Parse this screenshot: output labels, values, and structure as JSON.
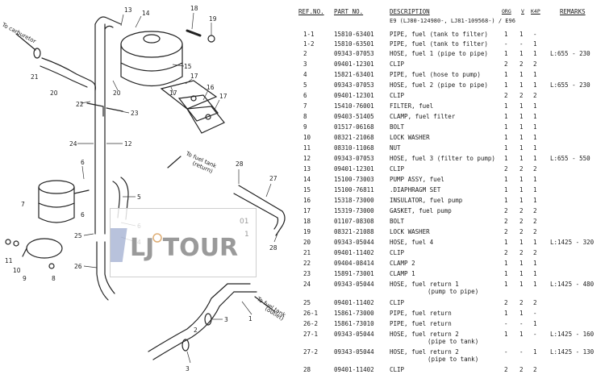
{
  "diagram": {
    "callouts": [
      "1",
      "2",
      "3",
      "4",
      "5",
      "6",
      "7",
      "8",
      "9",
      "10",
      "11",
      "12",
      "13",
      "14",
      "15",
      "16",
      "17",
      "18",
      "19",
      "20",
      "21",
      "22",
      "23",
      "24",
      "25",
      "26",
      "27",
      "28"
    ],
    "to_carburetor": "To carburetor",
    "to_fuel_tank_return": "To fuel tank",
    "to_fuel_tank_return_2": "(return)",
    "to_fuel_tank_outlet": "To fuel tank",
    "to_fuel_tank_outlet_2": "(outlet)"
  },
  "watermark": {
    "brand": "LJ TOUR",
    "number": "01",
    "sub": "1"
  },
  "table": {
    "headers": {
      "ref": "REF.NO.",
      "part": "PART NO.",
      "desc": "DESCRIPTION",
      "q1": "ORG",
      "q2": "V",
      "q3": "K4P",
      "remarks": "REMARKS"
    },
    "subheader": "E9 (LJ80-124980-, LJ81-109568-) / E96",
    "rows": [
      {
        "ref": "1-1",
        "pn": "15810-63401",
        "desc": "PIPE, fuel (tank to filter)",
        "sub": "",
        "q1": "1",
        "q2": "1",
        "q3": "-",
        "rem": ""
      },
      {
        "ref": "1-2",
        "pn": "15810-63501",
        "desc": "PIPE, fuel (tank to filter)",
        "sub": "",
        "q1": "-",
        "q2": "-",
        "q3": "1",
        "rem": ""
      },
      {
        "ref": "2",
        "pn": "09343-07053",
        "desc": "HOSE, fuel 1 (pipe to pipe)",
        "sub": "",
        "q1": "1",
        "q2": "1",
        "q3": "1",
        "rem": "L:655 - 230"
      },
      {
        "ref": "3",
        "pn": "09401-12301",
        "desc": "CLIP",
        "sub": "",
        "q1": "2",
        "q2": "2",
        "q3": "2",
        "rem": ""
      },
      {
        "ref": "4",
        "pn": "15821-63401",
        "desc": "PIPE, fuel (hose to pump)",
        "sub": "",
        "q1": "1",
        "q2": "1",
        "q3": "1",
        "rem": ""
      },
      {
        "ref": "5",
        "pn": "09343-07053",
        "desc": "HOSE, fuel 2 (pipe to pipe)",
        "sub": "",
        "q1": "1",
        "q2": "1",
        "q3": "1",
        "rem": "L:655 - 230"
      },
      {
        "ref": "6",
        "pn": "09401-12301",
        "desc": "CLIP",
        "sub": "",
        "q1": "2",
        "q2": "2",
        "q3": "2",
        "rem": ""
      },
      {
        "ref": "7",
        "pn": "15410-76001",
        "desc": "FILTER, fuel",
        "sub": "",
        "q1": "1",
        "q2": "1",
        "q3": "1",
        "rem": ""
      },
      {
        "ref": "8",
        "pn": "09403-51405",
        "desc": "CLAMP, fuel filter",
        "sub": "",
        "q1": "1",
        "q2": "1",
        "q3": "1",
        "rem": ""
      },
      {
        "ref": "9",
        "pn": "01517-06168",
        "desc": "BOLT",
        "sub": "",
        "q1": "1",
        "q2": "1",
        "q3": "1",
        "rem": ""
      },
      {
        "ref": "10",
        "pn": "08321-21068",
        "desc": "LOCK WASHER",
        "sub": "",
        "q1": "1",
        "q2": "1",
        "q3": "1",
        "rem": ""
      },
      {
        "ref": "11",
        "pn": "08310-11068",
        "desc": "NUT",
        "sub": "",
        "q1": "1",
        "q2": "1",
        "q3": "1",
        "rem": ""
      },
      {
        "ref": "12",
        "pn": "09343-07053",
        "desc": "HOSE, fuel 3 (filter to pump)",
        "sub": "",
        "q1": "1",
        "q2": "1",
        "q3": "1",
        "rem": "L:655 - 550"
      },
      {
        "ref": "13",
        "pn": "09401-12301",
        "desc": "CLIP",
        "sub": "",
        "q1": "2",
        "q2": "2",
        "q3": "2",
        "rem": ""
      },
      {
        "ref": "14",
        "pn": "15100-73003",
        "desc": "PUMP ASSY, fuel",
        "sub": "",
        "q1": "1",
        "q2": "1",
        "q3": "1",
        "rem": ""
      },
      {
        "ref": "15",
        "pn": "15100-76811",
        "desc": ".DIAPHRAGM SET",
        "sub": "",
        "q1": "1",
        "q2": "1",
        "q3": "1",
        "rem": ""
      },
      {
        "ref": "16",
        "pn": "15318-73000",
        "desc": "INSULATOR, fuel pump",
        "sub": "",
        "q1": "1",
        "q2": "1",
        "q3": "1",
        "rem": ""
      },
      {
        "ref": "17",
        "pn": "15319-73000",
        "desc": "GASKET, fuel pump",
        "sub": "",
        "q1": "2",
        "q2": "2",
        "q3": "2",
        "rem": ""
      },
      {
        "ref": "18",
        "pn": "01107-08308",
        "desc": "BOLT",
        "sub": "",
        "q1": "2",
        "q2": "2",
        "q3": "2",
        "rem": ""
      },
      {
        "ref": "19",
        "pn": "08321-21088",
        "desc": "LOCK WASHER",
        "sub": "",
        "q1": "2",
        "q2": "2",
        "q3": "2",
        "rem": ""
      },
      {
        "ref": "20",
        "pn": "09343-05044",
        "desc": "HOSE, fuel 4",
        "sub": "",
        "q1": "1",
        "q2": "1",
        "q3": "1",
        "rem": "L:1425 - 320"
      },
      {
        "ref": "21",
        "pn": "09401-11402",
        "desc": "CLIP",
        "sub": "",
        "q1": "2",
        "q2": "2",
        "q3": "2",
        "rem": ""
      },
      {
        "ref": "22",
        "pn": "09404-08414",
        "desc": "CLAMP 2",
        "sub": "",
        "q1": "1",
        "q2": "1",
        "q3": "1",
        "rem": ""
      },
      {
        "ref": "23",
        "pn": "15891-73001",
        "desc": "CLAMP 1",
        "sub": "",
        "q1": "1",
        "q2": "1",
        "q3": "1",
        "rem": ""
      },
      {
        "ref": "24",
        "pn": "09343-05044",
        "desc": "HOSE, fuel return 1",
        "sub": "(pump to pipe)",
        "q1": "1",
        "q2": "1",
        "q3": "1",
        "rem": "L:1425 - 480"
      },
      {
        "ref": "25",
        "pn": "09401-11402",
        "desc": "CLIP",
        "sub": "",
        "q1": "2",
        "q2": "2",
        "q3": "2",
        "rem": ""
      },
      {
        "ref": "26-1",
        "pn": "15861-73000",
        "desc": "PIPE, fuel return",
        "sub": "",
        "q1": "1",
        "q2": "1",
        "q3": "-",
        "rem": ""
      },
      {
        "ref": "26-2",
        "pn": "15861-73010",
        "desc": "PIPE, fuel return",
        "sub": "",
        "q1": "-",
        "q2": "-",
        "q3": "1",
        "rem": ""
      },
      {
        "ref": "27-1",
        "pn": "09343-05044",
        "desc": "HOSE, fuel return 2",
        "sub": "(pipe to tank)",
        "q1": "1",
        "q2": "1",
        "q3": "-",
        "rem": "L:1425 - 160"
      },
      {
        "ref": "27-2",
        "pn": "09343-05044",
        "desc": "HOSE, fuel return 2",
        "sub": "(pipe to tank)",
        "q1": "-",
        "q2": "-",
        "q3": "1",
        "rem": "L:1425 - 130"
      },
      {
        "ref": "28",
        "pn": "09401-11402",
        "desc": "CLIP",
        "sub": "",
        "q1": "2",
        "q2": "2",
        "q3": "2",
        "rem": ""
      }
    ]
  }
}
